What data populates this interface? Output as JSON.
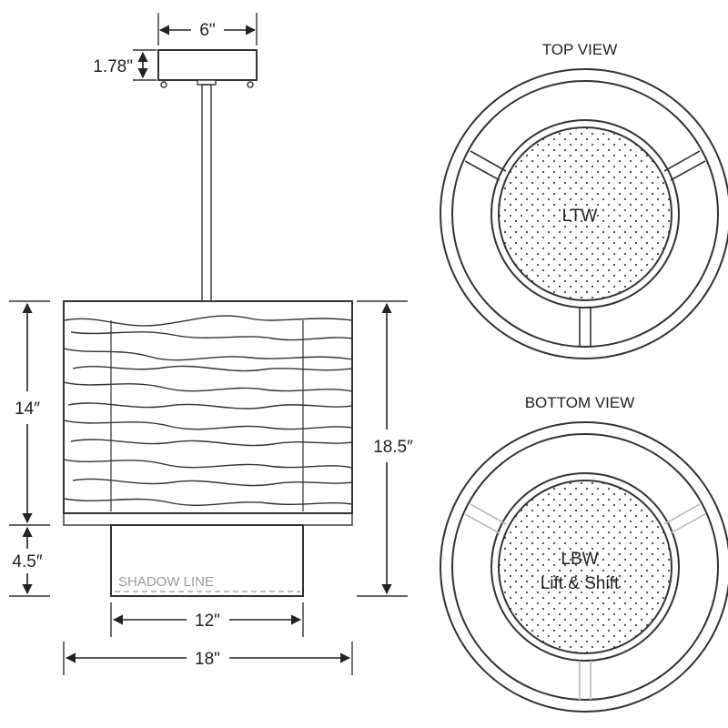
{
  "dimensions": {
    "canopy_width": "6\"",
    "canopy_height": "1.78\"",
    "shade_height": "14″",
    "diffuser_height": "4.5″",
    "overall_height": "18.5″",
    "diffuser_width": "12\"",
    "overall_width": "18\""
  },
  "labels": {
    "shadow_line": "SHADOW LINE"
  },
  "top_view": {
    "title": "TOP VIEW",
    "code": "LTW"
  },
  "bottom_view": {
    "title": "BOTTOM VIEW",
    "code_line1": "LBW",
    "code_line2": "Lift & Shift"
  },
  "colors": {
    "line": "#333333",
    "shadow_line": "#9a9a9a",
    "light_strut": "#bbbbbb"
  }
}
